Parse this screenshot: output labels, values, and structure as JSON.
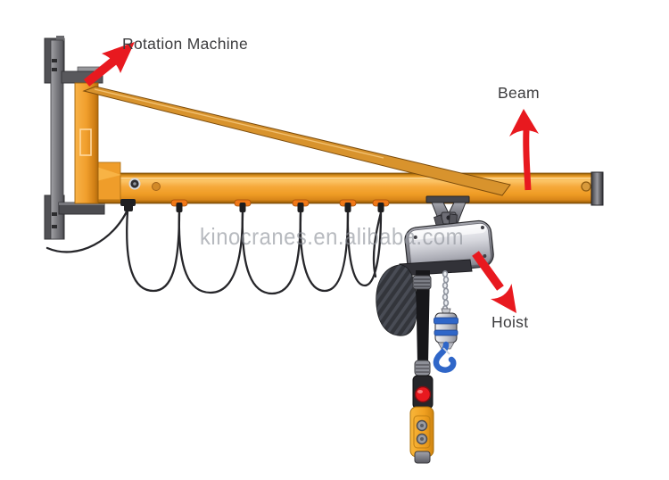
{
  "diagram": {
    "labels": {
      "rotation_machine": "Rotation Machine",
      "beam": "Beam",
      "hoist": "Hoist"
    },
    "watermark": "kinocranes.en.alibaba.com",
    "colors": {
      "arrow_red": "#e8191f",
      "hook_blue": "#2f66c8",
      "cable_black": "#26262a",
      "label_text": "#3c3c3e",
      "watermark_gray": "#8c9098",
      "beam_orange": "#f5a42c",
      "brace_orange": "#d8932d",
      "column_orange": "#f09e2c",
      "hoist_silver": "#cfd1d7",
      "pendant_yellow": "#f2a322",
      "wall_gray": "#6f6f73"
    }
  }
}
